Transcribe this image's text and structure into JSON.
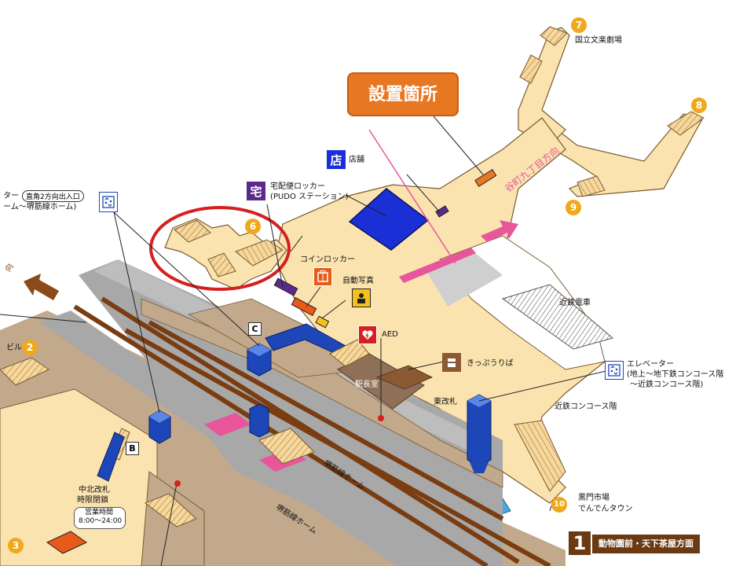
{
  "callout": {
    "label": "設置箇所"
  },
  "labels": {
    "national_theater": "国立文楽劇場",
    "shop": "店舗",
    "takuhai_line1": "宅配便ロッカー",
    "takuhai_line2": "(PUDO ステーション)",
    "coin_locker": "コインロッカー",
    "photo_booth": "自動写真",
    "aed": "AED",
    "ticket_sales": "きっぷうりば",
    "station_master": "駅長室",
    "east_gate": "東改札",
    "kintetsu_train": "近鉄電車",
    "kintetsu_concourse": "近鉄コンコース階",
    "elevator_line1": "エレベーター",
    "elevator_line2": "(地上～地下鉄コンコース階",
    "elevator_line3": "～近鉄コンコース階)",
    "direction_tanimachi": "谷町九丁目方向",
    "sakaisuji_home_1": "堺筋線ホーム",
    "sakaisuji_home_2": "堺筋線ホーム",
    "naka_kita_line1": "中北改札",
    "naka_kita_line2": "時限閉鎖",
    "hours_line1": "営業時間",
    "hours_line2": "8:00～24:00",
    "kuromon_line1": "黒門市場",
    "kuromon_line2": "でんでんタウン",
    "left_top_1": "ター",
    "left_top_2": "ーム～堺筋線ホーム)",
    "right_angle_exit": "直角2方向出入口",
    "biru": "ビル",
    "mukau": "向",
    "exit_1_number": "1",
    "exit_1_label": "動物園前・天下茶屋方面",
    "exit_c": "C",
    "exit_b": "B"
  },
  "icons": {
    "shop_glyph": "店",
    "takuhai_glyph": "宅"
  },
  "badges": [
    "2",
    "3",
    "6",
    "7",
    "8",
    "9",
    "10"
  ],
  "colors": {
    "floor": "#fbe3b0",
    "wall": "#c9ad8a",
    "platform": "#c2a98c",
    "track_edge": "#9e9e9e",
    "rail": "#8a4a1a",
    "stair": "#f3cd8a",
    "shop": "#1a2fd6",
    "pink": "#e8559b",
    "orange": "#e87722",
    "badge": "#f0a81c",
    "elevator_blue": "#1d47b8",
    "highlight_red": "#d61f1f"
  }
}
